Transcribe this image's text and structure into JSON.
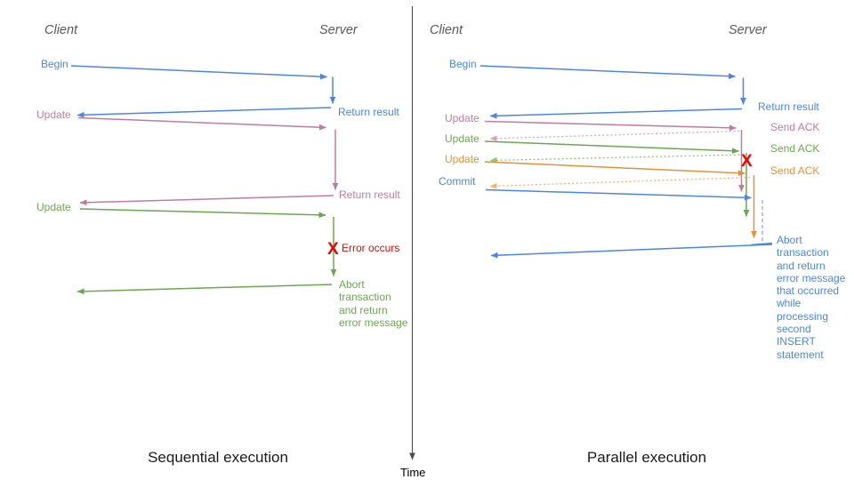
{
  "diagram": {
    "time_axis_label": "Time",
    "colors": {
      "blue": "#4a86e8",
      "blue_light": "#7ea6ea",
      "pink": "#c27ba0",
      "pink_light": "#d5a6bd",
      "green": "#6aa84f",
      "green_light": "#93c47d",
      "orange": "#e69138",
      "orange_light": "#f6b26b",
      "red": "#f10000",
      "header_gray": "#595959"
    },
    "left_panel": {
      "title": "Sequential execution",
      "client": "Client",
      "server": "Server",
      "begin": "Begin",
      "return_result_1": "Return result",
      "update_1": "Update",
      "return_result_2": "Return result",
      "update_2": "Update",
      "error_mark": "X",
      "error_label": "Error occurs",
      "abort_label": "Abort\ntransaction\nand return\nerror message"
    },
    "right_panel": {
      "title": "Parallel execution",
      "client": "Client",
      "server": "Server",
      "begin": "Begin",
      "return_result": "Return result",
      "update_1": "Update",
      "send_ack_1": "Send ACK",
      "update_2": "Update",
      "send_ack_2": "Send ACK",
      "update_3": "Update",
      "send_ack_3": "Send ACK",
      "commit": "Commit",
      "error_mark": "X",
      "abort_label": "Abort\ntransaction\nand return\nerror message\nthat occurred\nwhile\nprocessing\nsecond\nINSERT\nstatement"
    }
  }
}
